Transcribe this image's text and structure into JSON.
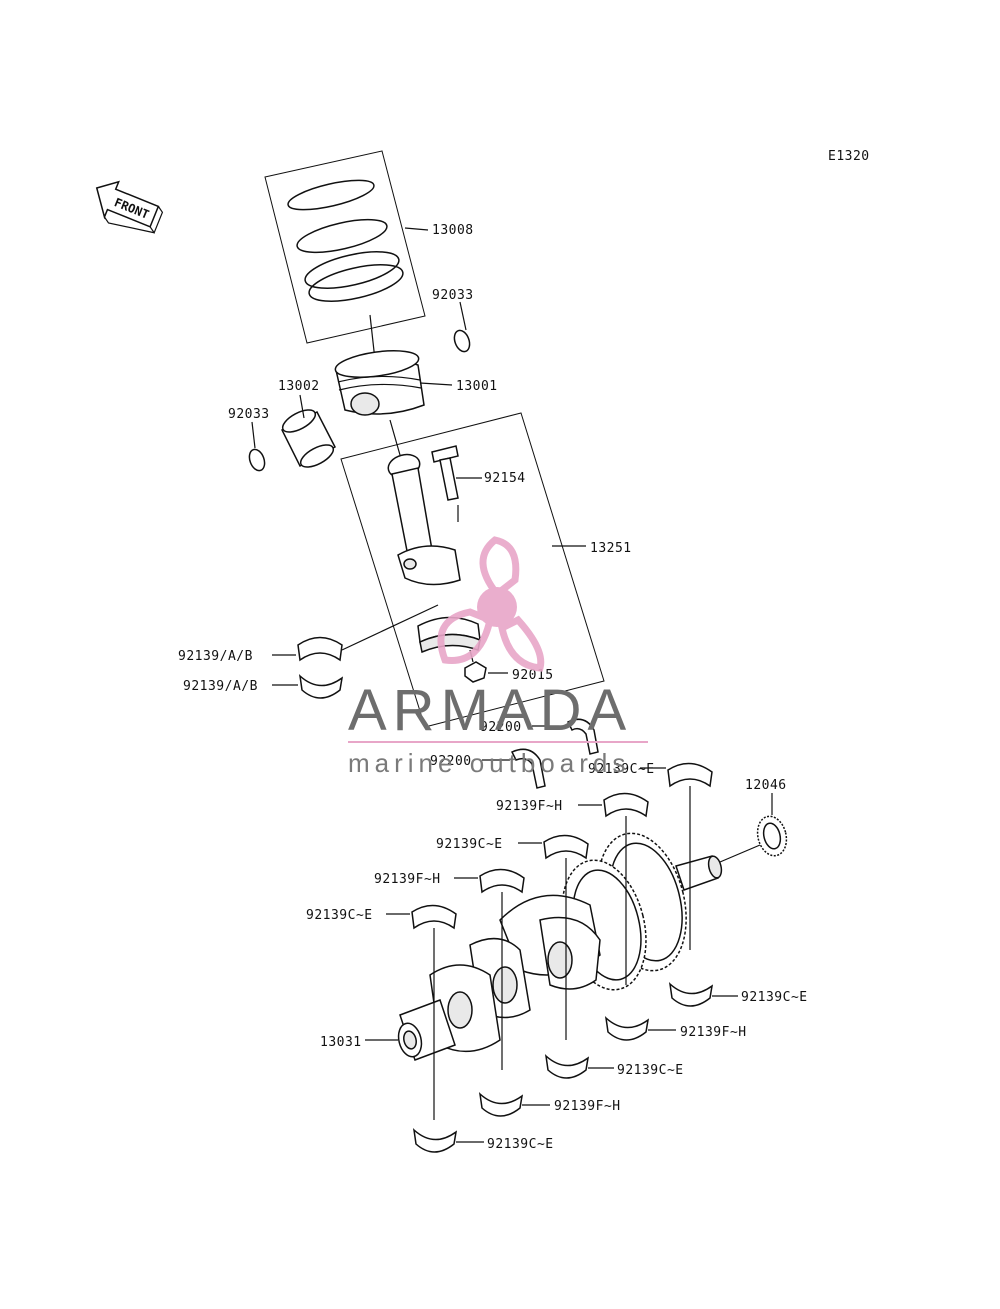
{
  "diagram_code": "E1320",
  "front_label": "FRONT",
  "watermark": {
    "title": "ARMADA",
    "subtitle": "marine outboards",
    "color_pink": "#e8a6c8",
    "color_pink_dark": "#d97ab0"
  },
  "callouts": [
    {
      "id": "c13008",
      "text": "13008"
    },
    {
      "id": "c92033a",
      "text": "92033"
    },
    {
      "id": "c13001",
      "text": "13001"
    },
    {
      "id": "c13002",
      "text": "13002"
    },
    {
      "id": "c92033b",
      "text": "92033"
    },
    {
      "id": "c92154",
      "text": "92154"
    },
    {
      "id": "c13251",
      "text": "13251"
    },
    {
      "id": "c92139ab1",
      "text": "92139/A/B"
    },
    {
      "id": "c92139ab2",
      "text": "92139/A/B"
    },
    {
      "id": "c92015",
      "text": "92015"
    },
    {
      "id": "c92200a",
      "text": "92200"
    },
    {
      "id": "c92200b",
      "text": "92200"
    },
    {
      "id": "c92139ce1",
      "text": "92139C~E"
    },
    {
      "id": "c12046",
      "text": "12046"
    },
    {
      "id": "c92139fh1",
      "text": "92139F~H"
    },
    {
      "id": "c92139ce2",
      "text": "92139C~E"
    },
    {
      "id": "c92139fh2",
      "text": "92139F~H"
    },
    {
      "id": "c92139ce3",
      "text": "92139C~E"
    },
    {
      "id": "c92139ce4",
      "text": "92139C~E"
    },
    {
      "id": "c92139fh3",
      "text": "92139F~H"
    },
    {
      "id": "c13031",
      "text": "13031"
    },
    {
      "id": "c92139ce5",
      "text": "92139C~E"
    },
    {
      "id": "c92139fh4",
      "text": "92139F~H"
    },
    {
      "id": "c92139ce6",
      "text": "92139C~E"
    }
  ]
}
